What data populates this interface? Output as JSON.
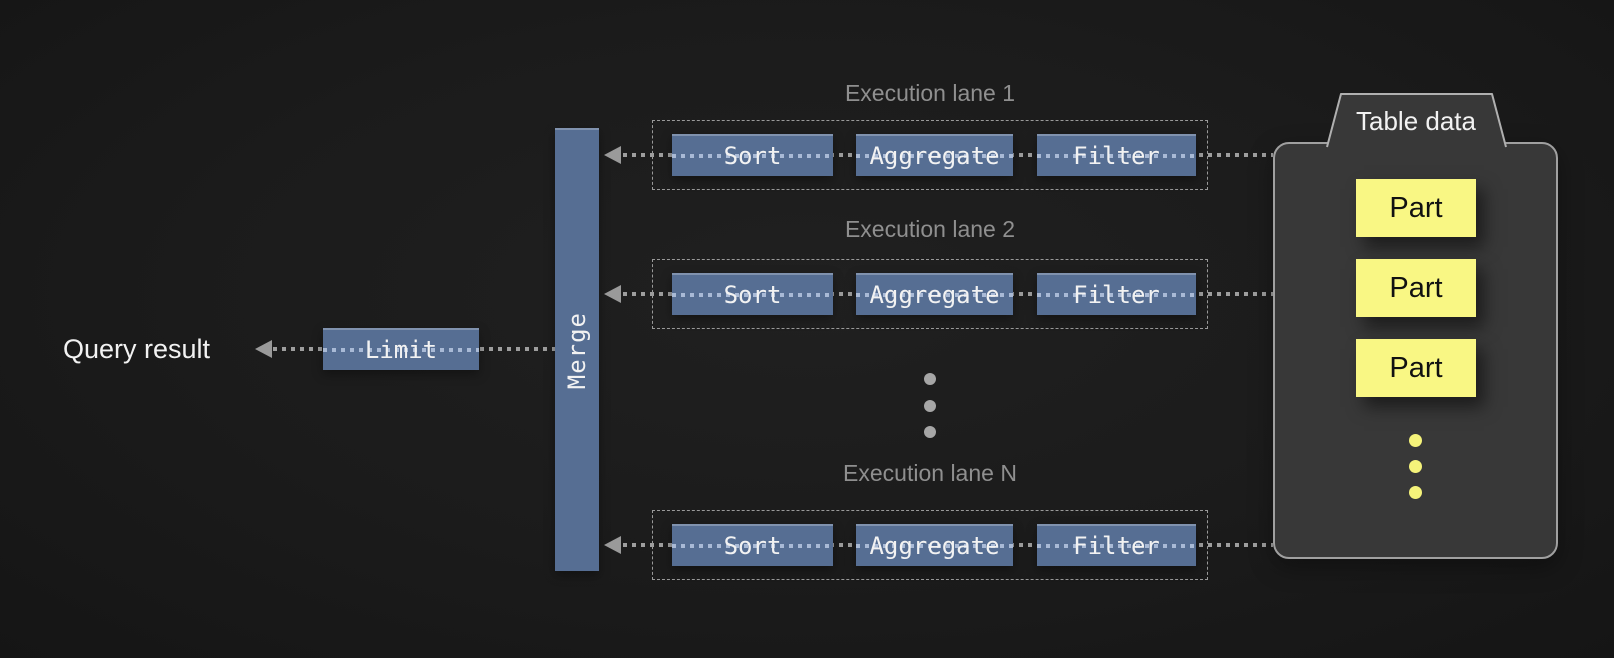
{
  "labels": {
    "query_result": "Query result",
    "limit": "Limit",
    "merge": "Merge"
  },
  "lanes": [
    {
      "title": "Execution lane 1",
      "ops": [
        "Sort",
        "Aggregate",
        "Filter"
      ]
    },
    {
      "title": "Execution lane 2",
      "ops": [
        "Sort",
        "Aggregate",
        "Filter"
      ]
    },
    {
      "title": "Execution lane N",
      "ops": [
        "Sort",
        "Aggregate",
        "Filter"
      ]
    }
  ],
  "table_data": {
    "title": "Table data",
    "parts": [
      "Part",
      "Part",
      "Part"
    ]
  },
  "colors": {
    "background": "#1b1b1b",
    "node_blue": "#566e93",
    "node_text": "#f2f2f2",
    "flow_line_gray": "#9e9e9e",
    "flow_line_light": "#a9bad6",
    "lane_title_gray": "#8f8f8f",
    "lane_border": "#9a9a9a",
    "container_fill": "#383838",
    "container_border": "#a0a0a0",
    "part_yellow": "#f9f784",
    "part_text": "#111111",
    "ellipsis_gray": "#a6a6a6",
    "ellipsis_yellow": "#f5f37a"
  }
}
